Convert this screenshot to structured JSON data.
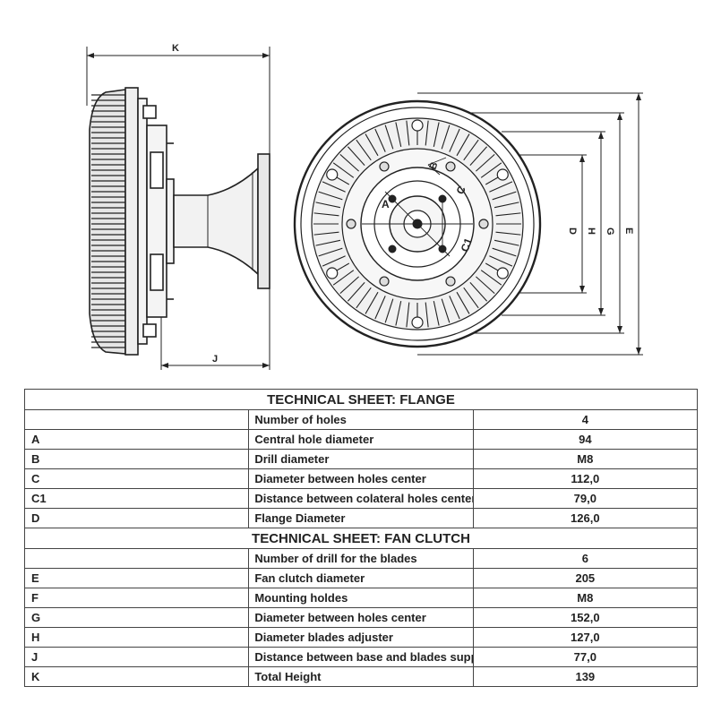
{
  "drawing": {
    "labels": {
      "K": "K",
      "J": "J",
      "A": "A",
      "B": "B",
      "C": "C",
      "C1": "C1",
      "D": "D",
      "H": "H",
      "G": "G",
      "E": "E"
    }
  },
  "flange": {
    "title": "TECHNICAL SHEET: FLANGE",
    "rows": [
      {
        "key": "",
        "label": "Number of holes",
        "value": "4"
      },
      {
        "key": "A",
        "label": "Central hole diameter",
        "value": "94"
      },
      {
        "key": "B",
        "label": "Drill diameter",
        "value": "M8"
      },
      {
        "key": "C",
        "label": "Diameter between holes center",
        "value": "112,0"
      },
      {
        "key": "C1",
        "label": "Distance between colateral holes center",
        "value": "79,0"
      },
      {
        "key": "D",
        "label": "Flange Diameter",
        "value": "126,0"
      }
    ]
  },
  "clutch": {
    "title": "TECHNICAL SHEET: FAN CLUTCH",
    "rows": [
      {
        "key": "",
        "label": "Number of drill for the blades",
        "value": "6"
      },
      {
        "key": "E",
        "label": "Fan clutch diameter",
        "value": "205"
      },
      {
        "key": "F",
        "label": "Mounting holdes",
        "value": "M8"
      },
      {
        "key": "G",
        "label": "Diameter between holes center",
        "value": "152,0"
      },
      {
        "key": "H",
        "label": "Diameter blades adjuster",
        "value": "127,0"
      },
      {
        "key": "J",
        "label": "Distance between base and blades support",
        "value": "77,0"
      },
      {
        "key": "K",
        "label": "Total Height",
        "value": "139"
      }
    ]
  }
}
